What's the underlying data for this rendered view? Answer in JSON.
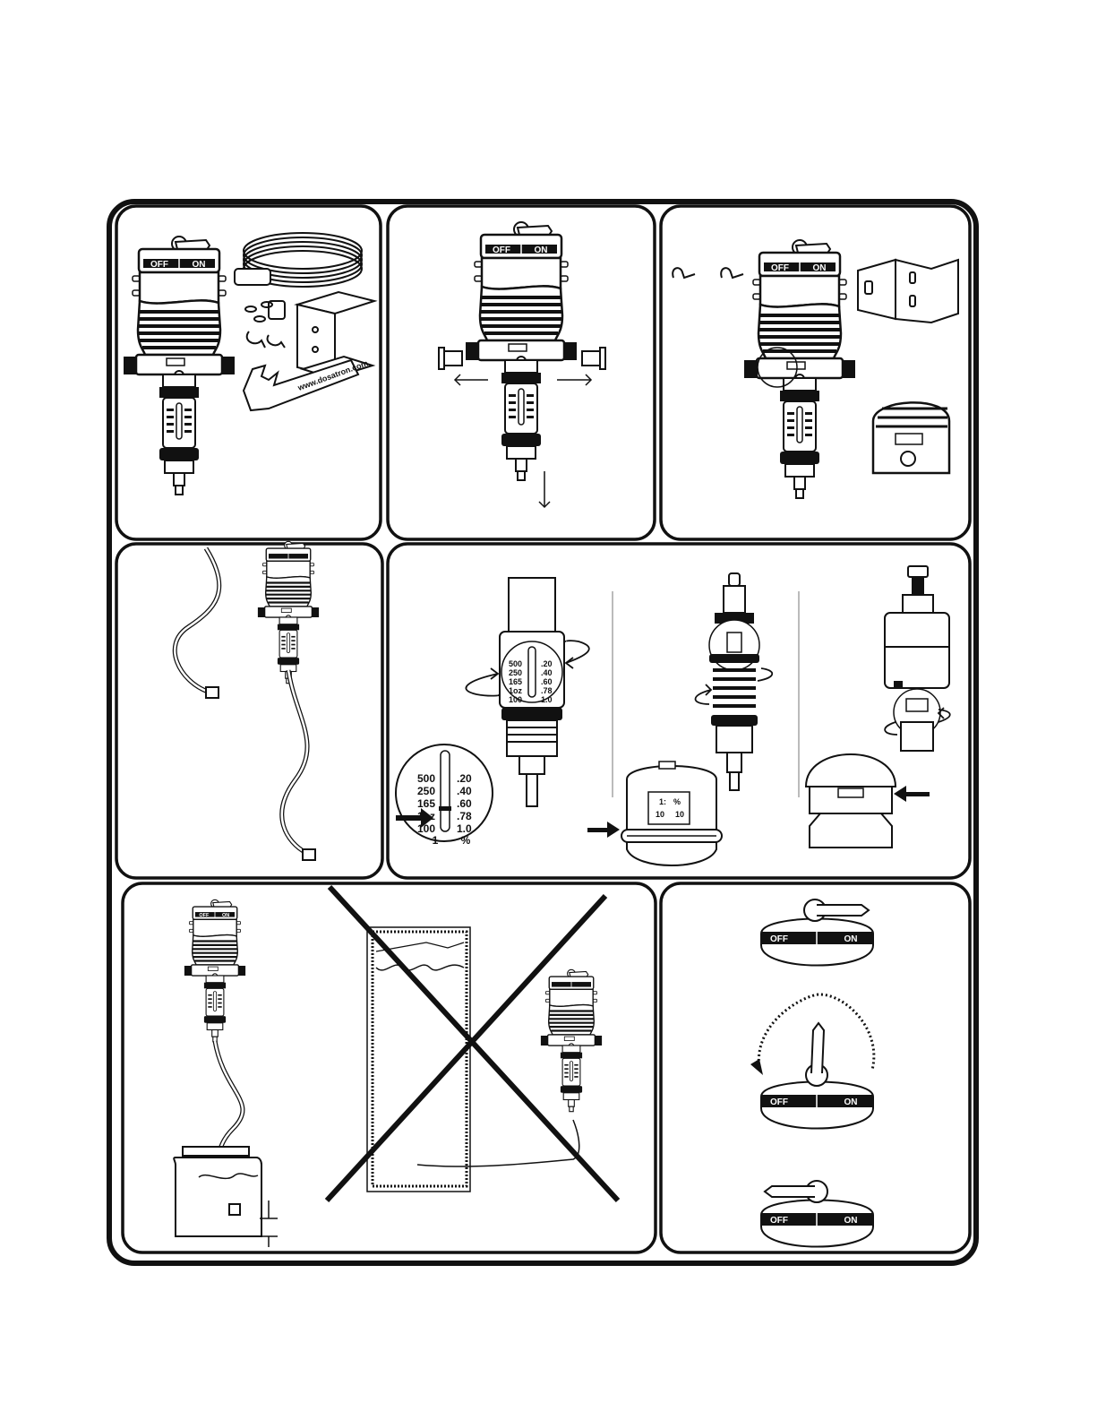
{
  "pump_labels": {
    "off": "OFF",
    "on": "ON"
  },
  "wrench_text": "www.dosatron.com",
  "gauge_small": {
    "left": [
      "500",
      "250",
      "165",
      "1oz",
      "100"
    ],
    "right": [
      ".20",
      ".40",
      ".60",
      ".78",
      "1.0"
    ]
  },
  "gauge_large": {
    "left": [
      "500",
      "250",
      "165",
      "1oz",
      "100"
    ],
    "right": [
      ".20",
      ".40",
      ".60",
      ".78",
      "1.0"
    ],
    "footer": [
      "1",
      "%"
    ]
  },
  "ratio_window": {
    "top": [
      "1:",
      "%"
    ],
    "bottom": [
      "10",
      "10"
    ]
  },
  "colors": {
    "ink": "#111111",
    "panel_stroke": "#111111",
    "background": "#ffffff",
    "bezel": "#dddddd"
  },
  "icons": [
    "pump-icon",
    "hose-icon",
    "bracket-icon",
    "wrench-icon",
    "clip-icon",
    "arrow-icon",
    "rotate-arrow-icon",
    "container-icon",
    "cross-icon",
    "handle-icon"
  ]
}
